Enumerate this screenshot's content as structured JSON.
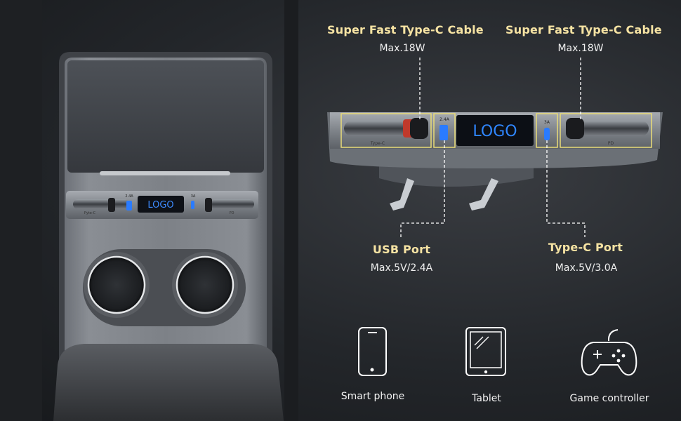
{
  "callouts": [
    {
      "title": "Super Fast Type-C Cable",
      "spec": "Max.18W"
    },
    {
      "title": "Super Fast Type-C Cable",
      "spec": "Max.18W"
    },
    {
      "title": "USB Port",
      "spec": "Max.5V/2.4A"
    },
    {
      "title": "Type-C Port",
      "spec": "Max.5V/3.0A"
    }
  ],
  "device_panel": {
    "logo_text": "LOGO",
    "usb_rating": "2.4A",
    "typec_rating": "3A",
    "left_slot_label": "Type-C",
    "right_slot_label": "PD"
  },
  "console_panel": {
    "logo_text": "LOGO",
    "usb_rating": "2.4A",
    "typec_rating": "3A",
    "left_slot_label": "Pyte-C",
    "right_slot_label": "PD"
  },
  "devices": [
    {
      "label": "Smart phone",
      "icon": "smartphone-icon"
    },
    {
      "label": "Tablet",
      "icon": "tablet-icon"
    },
    {
      "label": "Game controller",
      "icon": "game-controller-icon"
    }
  ],
  "colors": {
    "callout_title": "#f6e3a3",
    "highlight_box": "#e9dc78",
    "logo_blue": "#2a7bff",
    "background": "#23262a"
  }
}
